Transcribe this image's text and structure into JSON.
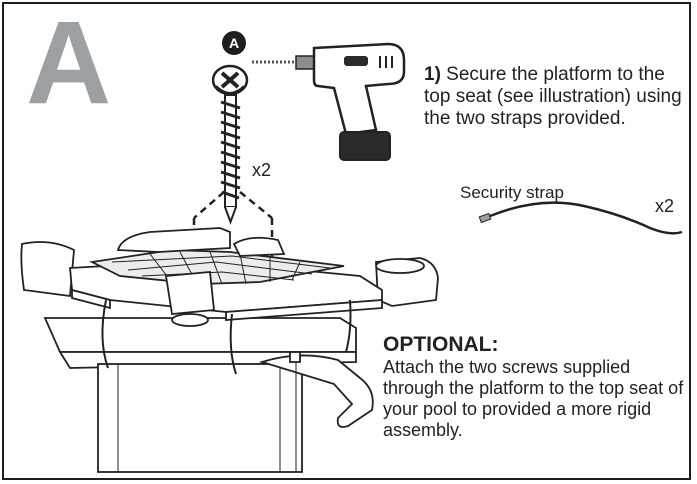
{
  "panel": {
    "step_letter": "A",
    "callout_letter": "A",
    "screw_quantity": "x2",
    "strap_quantity": "x2"
  },
  "instruction": {
    "number": "1)",
    "text": " Secure the platform to the top seat (see illustration) using the two straps provided."
  },
  "strap": {
    "label": "Security strap"
  },
  "optional": {
    "title": "OPTIONAL:",
    "text": "Attach the two screws supplied through the platform to the top seat of your pool to provided a more rigid assembly."
  },
  "icons": [
    "screw-icon",
    "drill-icon",
    "security-strap-icon",
    "platform-illustration"
  ]
}
